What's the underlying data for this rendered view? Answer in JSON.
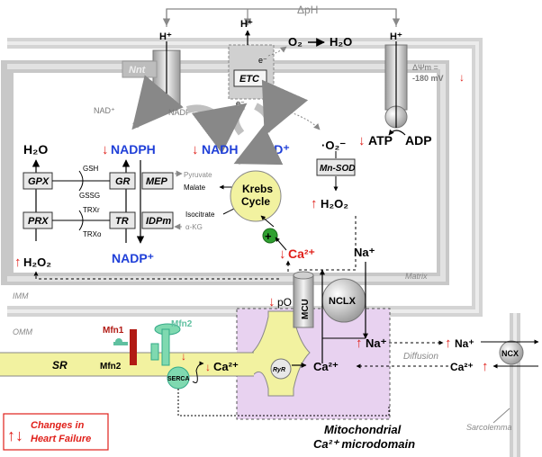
{
  "colors": {
    "membrane": "#cfcfcf",
    "membrane_edge": "#b0b0b0",
    "microdomain": "#e8d2f0",
    "sr": "#f2f2a0",
    "krebs": "#f2f2a0",
    "blue": "#1f3fd8",
    "red": "#e0201a",
    "dark_red": "#b11a14",
    "mint": "#7fd9b0",
    "teal": "#5fc0a0",
    "green": "#2fa030"
  },
  "labels": {
    "delta_ph": "ΔpH",
    "h_left": "H⁺",
    "h_mid": "H⁺",
    "h_right": "H⁺",
    "o2": "O₂",
    "h2o_top": "H₂O",
    "e_top": "e⁻",
    "e_bottom": "e⁻",
    "nnt": "Nnt",
    "etc": "ETC",
    "delta_psi": "ΔΨm =",
    "delta_psi_value": "-180 mV",
    "nad_plus_small": "NAD⁺",
    "nadp_plus_small": "NADP⁺",
    "h2o_left": "H₂O",
    "nadph": "NADPH",
    "nadh": "NADH",
    "nad_plus": "NAD⁺",
    "superoxide": "·O₂⁻",
    "atp": "ATP",
    "adp": "ADP",
    "gpx": "GPX",
    "gr": "GR",
    "mep": "MEP",
    "prx": "PRX",
    "tr": "TR",
    "idpm": "IDPm",
    "mn_sod": "Mn-SOD",
    "gsh": "GSH",
    "gssg": "GSSG",
    "trx_r": "TRXr",
    "trx_o": "TRXo",
    "pyruvate": "Pyruvate",
    "malate": "Malate",
    "isocitrate": "Isocitrate",
    "akg": "α-KG",
    "krebs_line1": "Krebs",
    "krebs_line2": "Cycle",
    "plus": "+",
    "h2o2_right": "H₂O₂",
    "h2o2_left": "H₂O₂",
    "nadp_plus_big": "NADP⁺",
    "ca_matrix": "Ca²⁺",
    "na_matrix": "Na⁺",
    "matrix": "Matrix",
    "imm": "IMM",
    "omm": "OMM",
    "mcu": "MCU",
    "nclx": "NCLX",
    "po": "pO",
    "mfn1": "Mfn1",
    "mfn2_top": "Mfn2",
    "mfn2_mid": "Mfn2",
    "sr": "SR",
    "serca": "SERCA",
    "ca_sr": "Ca²⁺",
    "ryr": "RyR",
    "ca_micro": "Ca²⁺",
    "na_micro": "Na⁺",
    "na_cyto": "Na⁺",
    "ca_cyto": "Ca²⁺",
    "diffusion": "Diffusion",
    "ncx": "NCX",
    "sarcolemma": "Sarcolemma",
    "micro_title_1": "Mitochondrial",
    "micro_title_2": "Ca²⁺ microdomain",
    "legend_line1": "Changes in",
    "legend_line2": "Heart Failure"
  }
}
